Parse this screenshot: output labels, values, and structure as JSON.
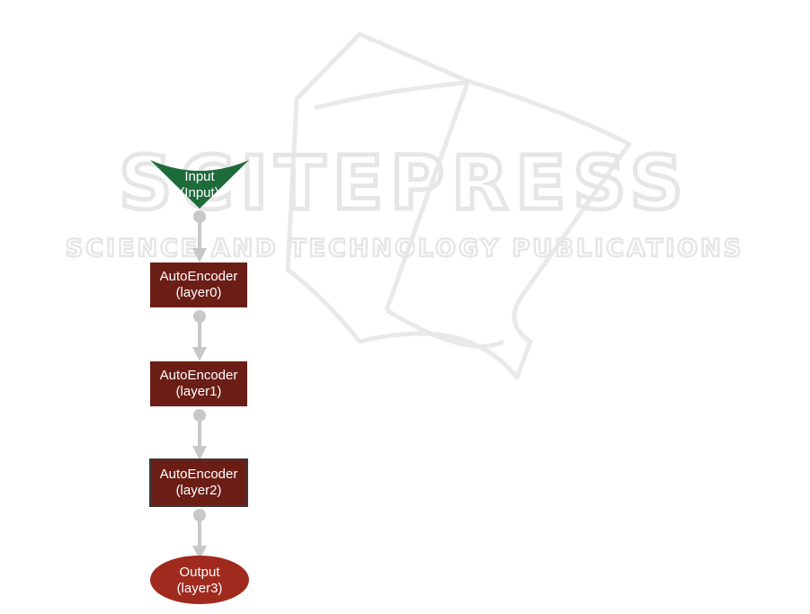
{
  "watermark": {
    "brand": "SCITEPRESS",
    "tagline": "SCIENCE AND TECHNOLOGY PUBLICATIONS"
  },
  "nodes": {
    "input": {
      "name": "Input",
      "type": "(Input)",
      "color": "#1e6b3a"
    },
    "layer0": {
      "name": "AutoEncoder",
      "type": "(layer0)",
      "color": "#6b1e16"
    },
    "layer1": {
      "name": "AutoEncoder",
      "type": "(layer1)",
      "color": "#6b1e16"
    },
    "layer2": {
      "name": "AutoEncoder",
      "type": "(layer2)",
      "color": "#6b1e16"
    },
    "output": {
      "name": "Output",
      "type": "(layer3)",
      "color": "#a02a1e"
    }
  },
  "edge_color": "#c8c8c8"
}
